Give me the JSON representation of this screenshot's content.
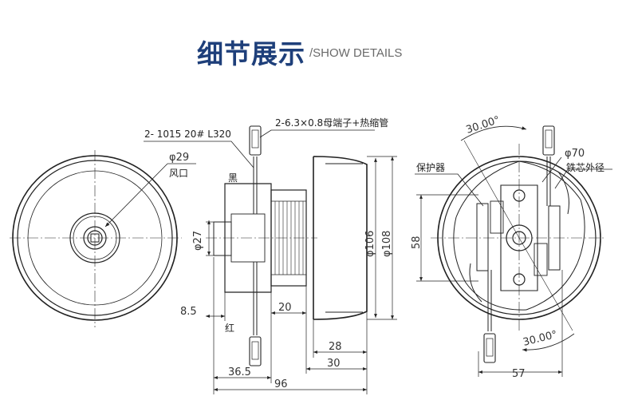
{
  "header": {
    "title": "细节展示",
    "subtitle": "/SHOW DETAILS",
    "title_color": "#1e3f7a"
  },
  "labels": {
    "cable_spec": "2- 1015 20# L320",
    "terminal_spec": "2-6.3×0.8母端子+热缩管",
    "black_wire": "黑",
    "red_wire": "红",
    "protector": "保护器",
    "core_outer_dia": "铁芯外径",
    "air_outlet": "风口"
  },
  "dimensions": {
    "d29": "φ29",
    "d27": "φ27",
    "d106": "φ106",
    "d108": "φ108",
    "d70": "φ70",
    "h58": "58",
    "w8_5": "8.5",
    "w20": "20",
    "w28": "28",
    "w30": "30",
    "w36_5": "36.5",
    "w96": "96",
    "w57": "57",
    "angle_top": "30.00°",
    "angle_bottom": "30.00°"
  }
}
